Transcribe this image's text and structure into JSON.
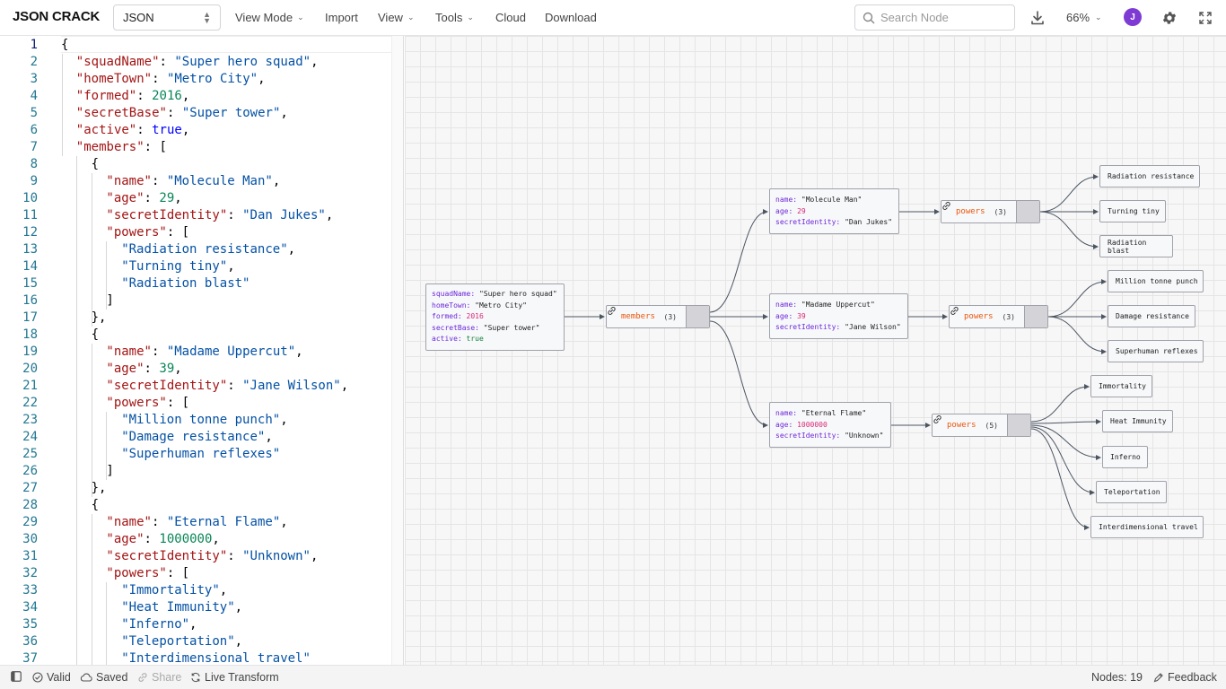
{
  "header": {
    "logo": "JSON CRACK",
    "format": "JSON",
    "menu": [
      "View Mode",
      "Import",
      "View",
      "Tools",
      "Cloud",
      "Download"
    ],
    "search_placeholder": "Search Node",
    "zoom": "66%",
    "avatar_initial": "J",
    "icons": [
      "download-icon",
      "chevron-down-icon",
      "gear-icon",
      "fullscreen-icon",
      "search-icon"
    ]
  },
  "editor": {
    "active_line": 1,
    "lines": [
      [
        {
          "t": "p",
          "v": "{"
        }
      ],
      [
        {
          "t": "k",
          "v": "\"squadName\""
        },
        {
          "t": "p",
          "v": ": "
        },
        {
          "t": "s",
          "v": "\"Super hero squad\""
        },
        {
          "t": "p",
          "v": ","
        }
      ],
      [
        {
          "t": "k",
          "v": "\"homeTown\""
        },
        {
          "t": "p",
          "v": ": "
        },
        {
          "t": "s",
          "v": "\"Metro City\""
        },
        {
          "t": "p",
          "v": ","
        }
      ],
      [
        {
          "t": "k",
          "v": "\"formed\""
        },
        {
          "t": "p",
          "v": ": "
        },
        {
          "t": "n",
          "v": "2016"
        },
        {
          "t": "p",
          "v": ","
        }
      ],
      [
        {
          "t": "k",
          "v": "\"secretBase\""
        },
        {
          "t": "p",
          "v": ": "
        },
        {
          "t": "s",
          "v": "\"Super tower\""
        },
        {
          "t": "p",
          "v": ","
        }
      ],
      [
        {
          "t": "k",
          "v": "\"active\""
        },
        {
          "t": "p",
          "v": ": "
        },
        {
          "t": "b",
          "v": "true"
        },
        {
          "t": "p",
          "v": ","
        }
      ],
      [
        {
          "t": "k",
          "v": "\"members\""
        },
        {
          "t": "p",
          "v": ": ["
        }
      ],
      [
        {
          "t": "p",
          "v": "{"
        }
      ],
      [
        {
          "t": "k",
          "v": "\"name\""
        },
        {
          "t": "p",
          "v": ": "
        },
        {
          "t": "s",
          "v": "\"Molecule Man\""
        },
        {
          "t": "p",
          "v": ","
        }
      ],
      [
        {
          "t": "k",
          "v": "\"age\""
        },
        {
          "t": "p",
          "v": ": "
        },
        {
          "t": "n",
          "v": "29"
        },
        {
          "t": "p",
          "v": ","
        }
      ],
      [
        {
          "t": "k",
          "v": "\"secretIdentity\""
        },
        {
          "t": "p",
          "v": ": "
        },
        {
          "t": "s",
          "v": "\"Dan Jukes\""
        },
        {
          "t": "p",
          "v": ","
        }
      ],
      [
        {
          "t": "k",
          "v": "\"powers\""
        },
        {
          "t": "p",
          "v": ": ["
        }
      ],
      [
        {
          "t": "s",
          "v": "\"Radiation resistance\""
        },
        {
          "t": "p",
          "v": ","
        }
      ],
      [
        {
          "t": "s",
          "v": "\"Turning tiny\""
        },
        {
          "t": "p",
          "v": ","
        }
      ],
      [
        {
          "t": "s",
          "v": "\"Radiation blast\""
        }
      ],
      [
        {
          "t": "p",
          "v": "]"
        }
      ],
      [
        {
          "t": "p",
          "v": "},"
        }
      ],
      [
        {
          "t": "p",
          "v": "{"
        }
      ],
      [
        {
          "t": "k",
          "v": "\"name\""
        },
        {
          "t": "p",
          "v": ": "
        },
        {
          "t": "s",
          "v": "\"Madame Uppercut\""
        },
        {
          "t": "p",
          "v": ","
        }
      ],
      [
        {
          "t": "k",
          "v": "\"age\""
        },
        {
          "t": "p",
          "v": ": "
        },
        {
          "t": "n",
          "v": "39"
        },
        {
          "t": "p",
          "v": ","
        }
      ],
      [
        {
          "t": "k",
          "v": "\"secretIdentity\""
        },
        {
          "t": "p",
          "v": ": "
        },
        {
          "t": "s",
          "v": "\"Jane Wilson\""
        },
        {
          "t": "p",
          "v": ","
        }
      ],
      [
        {
          "t": "k",
          "v": "\"powers\""
        },
        {
          "t": "p",
          "v": ": ["
        }
      ],
      [
        {
          "t": "s",
          "v": "\"Million tonne punch\""
        },
        {
          "t": "p",
          "v": ","
        }
      ],
      [
        {
          "t": "s",
          "v": "\"Damage resistance\""
        },
        {
          "t": "p",
          "v": ","
        }
      ],
      [
        {
          "t": "s",
          "v": "\"Superhuman reflexes\""
        }
      ],
      [
        {
          "t": "p",
          "v": "]"
        }
      ],
      [
        {
          "t": "p",
          "v": "},"
        }
      ],
      [
        {
          "t": "p",
          "v": "{"
        }
      ],
      [
        {
          "t": "k",
          "v": "\"name\""
        },
        {
          "t": "p",
          "v": ": "
        },
        {
          "t": "s",
          "v": "\"Eternal Flame\""
        },
        {
          "t": "p",
          "v": ","
        }
      ],
      [
        {
          "t": "k",
          "v": "\"age\""
        },
        {
          "t": "p",
          "v": ": "
        },
        {
          "t": "n",
          "v": "1000000"
        },
        {
          "t": "p",
          "v": ","
        }
      ],
      [
        {
          "t": "k",
          "v": "\"secretIdentity\""
        },
        {
          "t": "p",
          "v": ": "
        },
        {
          "t": "s",
          "v": "\"Unknown\""
        },
        {
          "t": "p",
          "v": ","
        }
      ],
      [
        {
          "t": "k",
          "v": "\"powers\""
        },
        {
          "t": "p",
          "v": ": ["
        }
      ],
      [
        {
          "t": "s",
          "v": "\"Immortality\""
        },
        {
          "t": "p",
          "v": ","
        }
      ],
      [
        {
          "t": "s",
          "v": "\"Heat Immunity\""
        },
        {
          "t": "p",
          "v": ","
        }
      ],
      [
        {
          "t": "s",
          "v": "\"Inferno\""
        },
        {
          "t": "p",
          "v": ","
        }
      ],
      [
        {
          "t": "s",
          "v": "\"Teleportation\""
        },
        {
          "t": "p",
          "v": ","
        }
      ],
      [
        {
          "t": "s",
          "v": "\"Interdimensional travel\""
        }
      ]
    ]
  },
  "graph": {
    "root": {
      "squadName": "\"Super hero squad\"",
      "homeTown": "\"Metro City\"",
      "formed": "2016",
      "secretBase": "\"Super tower\"",
      "active": "true"
    },
    "members_label": "members",
    "members_count": "(3)",
    "powers_label": "powers",
    "members": [
      {
        "name": "\"Molecule Man\"",
        "age": "29",
        "secretIdentity": "\"Dan Jukes\"",
        "powers_count": "(3)",
        "powers": [
          "Radiation resistance",
          "Turning tiny",
          "Radiation blast"
        ]
      },
      {
        "name": "\"Madame Uppercut\"",
        "age": "39",
        "secretIdentity": "\"Jane Wilson\"",
        "powers_count": "(3)",
        "powers": [
          "Million tonne punch",
          "Damage resistance",
          "Superhuman reflexes"
        ]
      },
      {
        "name": "\"Eternal Flame\"",
        "age": "1000000",
        "secretIdentity": "\"Unknown\"",
        "powers_count": "(5)",
        "powers": [
          "Immortality",
          "Heat Immunity",
          "Inferno",
          "Teleportation",
          "Interdimensional travel"
        ]
      }
    ]
  },
  "status": {
    "valid": "Valid",
    "saved": "Saved",
    "share": "Share",
    "live_transform": "Live Transform",
    "nodes": "Nodes: 19",
    "feedback": "Feedback"
  }
}
